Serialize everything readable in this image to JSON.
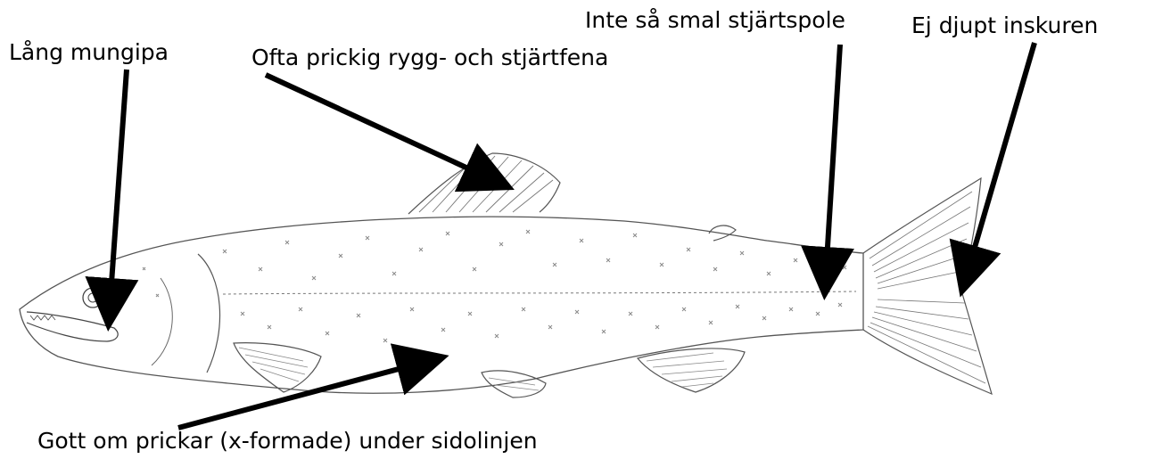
{
  "labels": {
    "mouth": "Lång mungipa",
    "dorsal": "Ofta prickig rygg- och stjärtfena",
    "peduncle": "Inte så smal stjärtspole",
    "tail": "Ej djupt inskuren",
    "spots": "Gott om prickar (x-formade) under sidolinjen"
  },
  "colors": {
    "ink": "#000000",
    "sketch": "#555555",
    "spot": "#8a8a8a"
  }
}
